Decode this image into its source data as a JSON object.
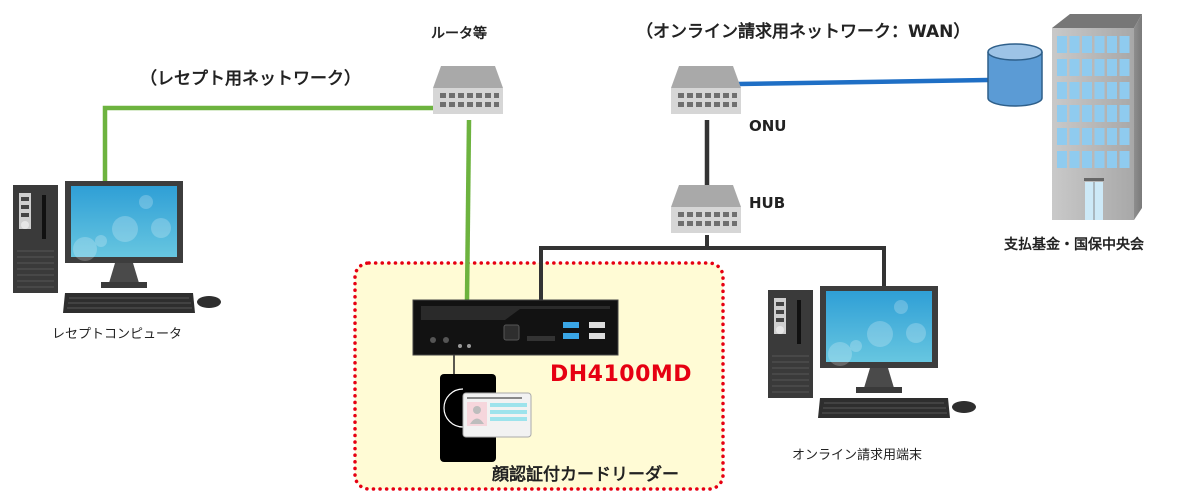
{
  "labels": {
    "router": "ルータ等",
    "receipt_network": "（レセプト用ネットワーク）",
    "online_network": "（オンライン請求用ネットワーク：WAN）",
    "onu": "ONU",
    "hub": "HUB",
    "receipt_computer": "レセプトコンピュータ",
    "online_terminal": "オンライン請求用端末",
    "payment_fund": "支払基金・国保中央会",
    "model_name": "DH4100MD",
    "card_reader": "顔認証付カードリーダー"
  },
  "colors": {
    "receipt_line": "#6db33f",
    "wan_line": "#1f6fc5",
    "lan_line": "#333333",
    "highlight_border": "#e60012",
    "highlight_fill": "#fffbd5",
    "model_text": "#e60012"
  },
  "nodes": [
    {
      "id": "router",
      "type": "network-switch",
      "label_key": "router"
    },
    {
      "id": "onu",
      "type": "network-switch",
      "label_key": "onu"
    },
    {
      "id": "hub",
      "type": "network-switch",
      "label_key": "hub"
    },
    {
      "id": "receipt-computer",
      "type": "desktop-pc",
      "label_key": "receipt_computer"
    },
    {
      "id": "online-terminal",
      "type": "desktop-pc",
      "label_key": "online_terminal"
    },
    {
      "id": "dh4100md",
      "type": "mini-pc",
      "label_key": "model_name"
    },
    {
      "id": "card-reader",
      "type": "face-auth-card-reader",
      "label_key": "card_reader"
    },
    {
      "id": "database",
      "type": "database"
    },
    {
      "id": "building",
      "type": "office-building",
      "label_key": "payment_fund"
    }
  ],
  "edges": [
    {
      "from": "receipt-computer",
      "to": "router",
      "network": "receipt"
    },
    {
      "from": "router",
      "to": "dh4100md",
      "network": "receipt"
    },
    {
      "from": "onu",
      "to": "database",
      "network": "wan"
    },
    {
      "from": "onu",
      "to": "hub",
      "network": "lan"
    },
    {
      "from": "hub",
      "to": "dh4100md",
      "network": "lan"
    },
    {
      "from": "hub",
      "to": "online-terminal",
      "network": "lan"
    },
    {
      "from": "dh4100md",
      "to": "card-reader",
      "network": "usb"
    }
  ]
}
